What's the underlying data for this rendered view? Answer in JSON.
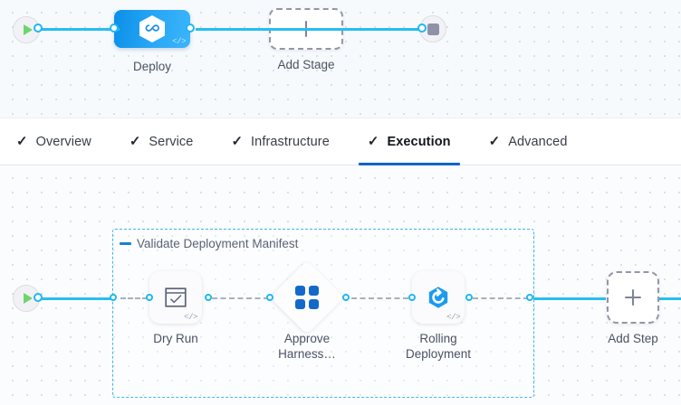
{
  "stage_canvas": {
    "start_node": {
      "name": "start-node",
      "icon": "play-icon"
    },
    "end_node": {
      "name": "end-node",
      "icon": "stop-icon"
    },
    "stages": [
      {
        "label": "Deploy",
        "icon": "harness-hexagon-icon",
        "badge": "</>",
        "type": "deploy-stage"
      }
    ],
    "add_stage": {
      "label": "Add Stage",
      "icon": "plus-icon"
    }
  },
  "tabs": [
    {
      "label": "Overview",
      "icon": "check-icon",
      "active": false
    },
    {
      "label": "Service",
      "icon": "check-icon",
      "active": false
    },
    {
      "label": "Infrastructure",
      "icon": "check-icon",
      "active": false
    },
    {
      "label": "Execution",
      "icon": "check-icon",
      "active": true
    },
    {
      "label": "Advanced",
      "icon": "check-icon",
      "active": false
    }
  ],
  "steps_canvas": {
    "start_node": {
      "name": "start-node",
      "icon": "play-icon"
    },
    "group": {
      "title": "Validate Deployment Manifest",
      "collapse_icon": "minus-icon"
    },
    "steps": [
      {
        "label": "Dry Run",
        "icon": "checkbox-window-icon",
        "shape": "box",
        "badge": "</>"
      },
      {
        "label": "Approve Harness…",
        "icon": "harness-approval-icon",
        "shape": "diamond",
        "badge": ""
      },
      {
        "label": "Rolling Deployment",
        "icon": "kubernetes-rolling-icon",
        "shape": "box",
        "badge": "</>"
      }
    ],
    "add_step": {
      "label": "Add Step",
      "icon": "plus-icon"
    }
  },
  "colors": {
    "accent_blue": "#29bdf0",
    "tab_active": "#0a64c8",
    "group_border": "#41b6e6",
    "stage_gradient_from": "#0a8fe8",
    "stage_gradient_to": "#3cb4fb",
    "play_green": "#6fd46f"
  }
}
